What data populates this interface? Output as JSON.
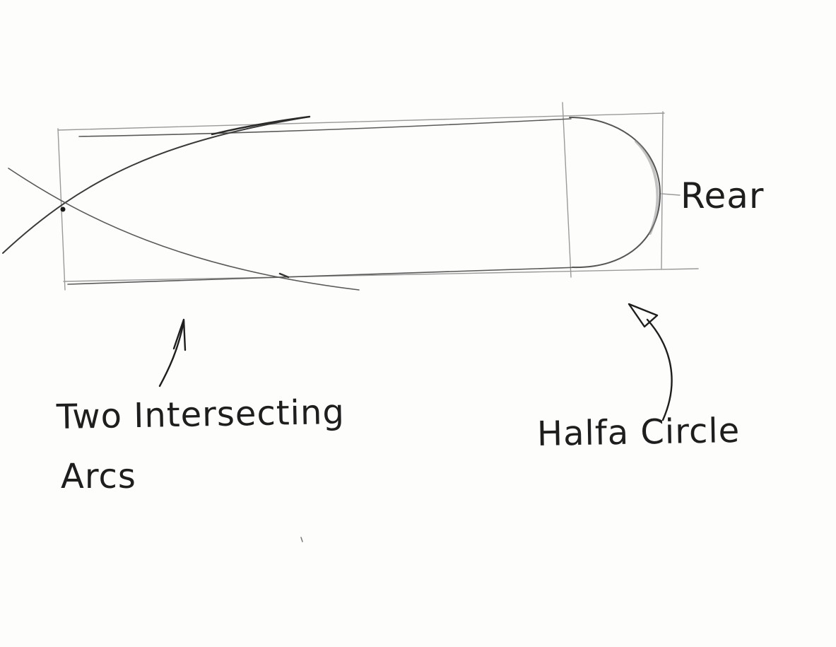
{
  "labels": {
    "rear": "Rear",
    "arcs_line1": "Two Intersecting",
    "arcs_line2": "Arcs",
    "half_circle": "Halfa Circle"
  },
  "colors": {
    "paper": "#fdfdfc",
    "guide_line": "#9a9a9a",
    "pencil_dark": "#2a2a2a",
    "text": "#1e1e1e"
  }
}
